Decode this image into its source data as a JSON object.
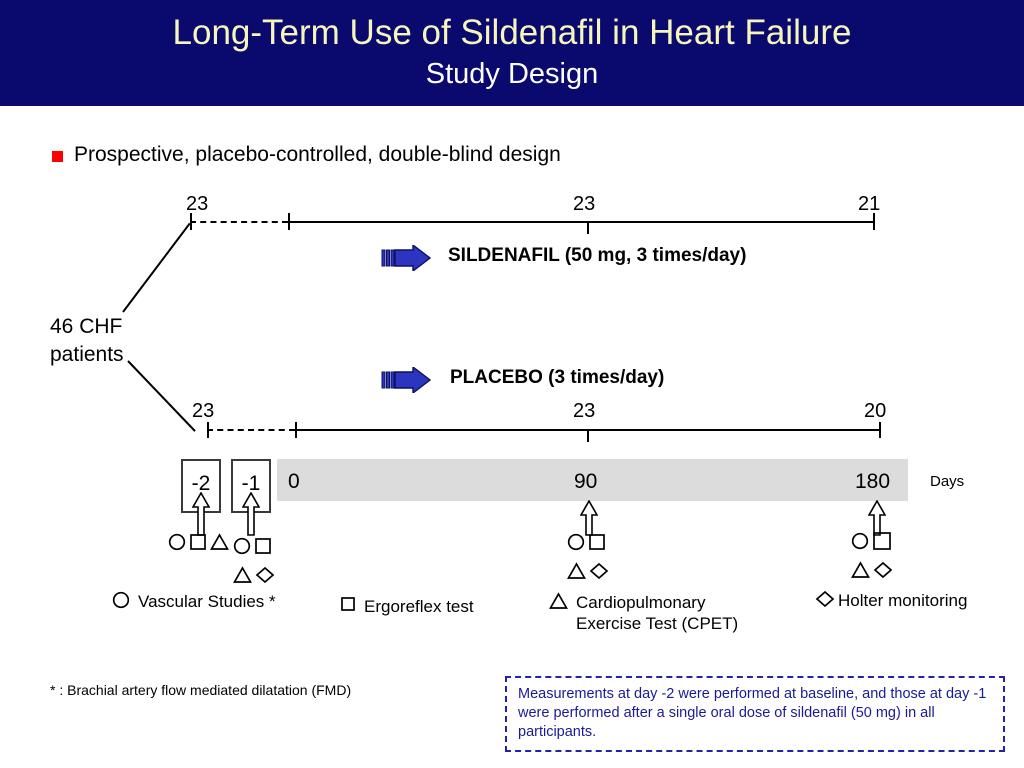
{
  "header": {
    "title": "Long-Term Use of Sildenafil in Heart Failure",
    "subtitle": "Study Design",
    "bg_color": "#0a0a6e",
    "title_color": "#f7f5bc",
    "subtitle_color": "#ffffff"
  },
  "bullet": {
    "text": "Prospective, placebo-controlled, double-blind design",
    "marker_color": "#ff0000"
  },
  "cohort": {
    "line1": "46 CHF",
    "line2": "patients",
    "total": 46
  },
  "arms": [
    {
      "name": "sildenafil",
      "treatment_label": "SILDENAFIL (50 mg, 3 times/day)",
      "counts": [
        "23",
        "23",
        "21"
      ],
      "arrow_color": "#2b35c0"
    },
    {
      "name": "placebo",
      "treatment_label": "PLACEBO (3 times/day)",
      "counts": [
        "23",
        "23",
        "20"
      ],
      "arrow_color": "#2b35c0"
    }
  ],
  "timeline": {
    "pre_boxes": [
      "-2",
      "-1"
    ],
    "bar_values": [
      "0",
      "90",
      "180"
    ],
    "unit_label": "Days",
    "bar_color": "#dcdcdc"
  },
  "assessments": [
    {
      "day": "-2",
      "symbols": [
        "circle",
        "square",
        "triangle"
      ]
    },
    {
      "day": "-1",
      "symbols": [
        "circle",
        "square",
        "triangle",
        "diamond"
      ]
    },
    {
      "day": "90",
      "symbols": [
        "circle",
        "square",
        "triangle",
        "diamond"
      ]
    },
    {
      "day": "180",
      "symbols": [
        "circle",
        "square",
        "triangle",
        "diamond"
      ]
    }
  ],
  "legend": [
    {
      "symbol": "circle",
      "label": "Vascular Studies *"
    },
    {
      "symbol": "square",
      "label": "Ergoreflex test"
    },
    {
      "symbol": "triangle",
      "label_line1": "Cardiopulmonary",
      "label_line2": "Exercise Test (CPET)"
    },
    {
      "symbol": "diamond",
      "label": "Holter monitoring"
    }
  ],
  "footnote": "* : Brachial artery flow mediated dilatation (FMD)",
  "note": {
    "text": "Measurements at day -2 were performed at baseline, and those at day -1 were performed after a single oral dose of sildenafil (50 mg) in all participants.",
    "border_color": "#2222aa",
    "text_color": "#1a1a99"
  }
}
